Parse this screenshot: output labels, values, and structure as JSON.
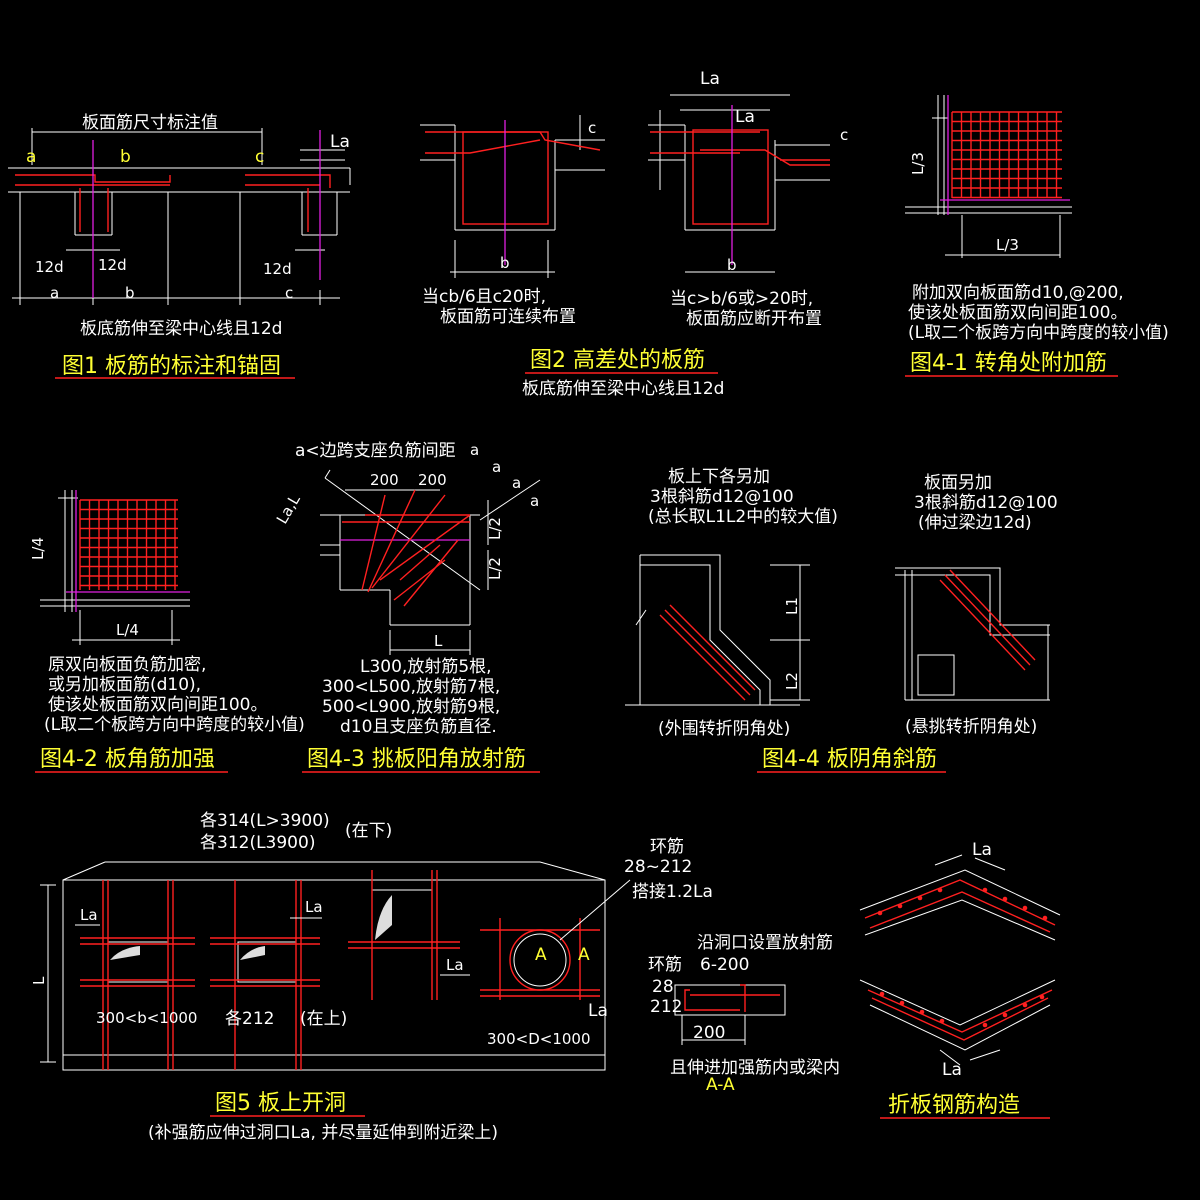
{
  "fig1": {
    "dim_label": "板面筋尺寸标注值",
    "a": "a",
    "b": "b",
    "c": "c",
    "la": "La",
    "d12_1": "12d",
    "d12_2": "12d",
    "d12_3": "12d",
    "bot_a": "a",
    "bot_b": "b",
    "bot_c": "c",
    "note": "板底筋伸至梁中心线且12d",
    "title": "图1 板筋的标注和锚固"
  },
  "fig2": {
    "c1": "c",
    "c2": "c",
    "b1": "b",
    "b2": "b",
    "la_top": "La",
    "la_inner": "La",
    "note1a": "当cb/6且c20时,",
    "note1b": "板面筋可连续布置",
    "note2a": "当c>b/6或>20时,",
    "note2b": "板面筋应断开布置",
    "title": "图2 高差处的板筋",
    "sub": "板底筋伸至梁中心线且12d"
  },
  "fig41": {
    "l3_v": "L/3",
    "l3_h": "L/3",
    "note1": "附加双向板面筋d10,@200,",
    "note2": "使该处板面筋双向间距100。",
    "note3": "(L取二个板跨方向中跨度的较小值)",
    "title": "图4-1 转角处附加筋"
  },
  "fig42": {
    "l4_v": "L/4",
    "l4_h": "L/4",
    "note1": "原双向板面负筋加密,",
    "note2": "或另加板面筋(d10),",
    "note3": "使该处板面筋双向间距100。",
    "note4": "(L取二个板跨方向中跨度的较小值)",
    "title": "图4-2 板角筋加强"
  },
  "fig43": {
    "top": "a<边跨支座负筋间距",
    "a1": "a",
    "a2": "a",
    "a3": "a",
    "a4": "a",
    "d200_1": "200",
    "d200_2": "200",
    "la_l": "La,L",
    "l2_1": "L/2",
    "l2_2": "L/2",
    "l_bot": "L",
    "n1": "L300,放射筋5根,",
    "n2": "300<L500,放射筋7根,",
    "n3": "500<L900,放射筋9根,",
    "n4": "d10且支座负筋直径.",
    "title": "图4-3 挑板阳角放射筋"
  },
  "fig44": {
    "l1a": "板上下各另加",
    "l1b": "3根斜筋d12@100",
    "l1c": "(总长取L1L2中的较大值)",
    "r1a": "板面另加",
    "r1b": "3根斜筋d12@100",
    "r1c": "(伸过梁边12d)",
    "l1": "L1",
    "l2": "L2",
    "cap_l": "(外围转折阴角处)",
    "cap_r": "(悬挑转折阴角处)",
    "title": "图4-4 板阴角斜筋"
  },
  "fig5": {
    "t1": "各314(L>3900)",
    "t2": "各312(L3900)",
    "under": "(在下)",
    "la1": "La",
    "la2": "La",
    "la3": "La",
    "la4": "La",
    "L": "L",
    "range1": "300<b<1000",
    "each212": "各212",
    "above": "(在上)",
    "range2": "300<D<1000",
    "A1": "A",
    "A2": "A",
    "ring1": "环筋",
    "ring2": "28~212",
    "ring3": "搭接1.2La",
    "title": "图5  板上开洞",
    "sub": "(补强筋应伸过洞口La, 并尽量延伸到附近梁上)"
  },
  "secAA": {
    "r1": "沿洞口设置放射筋",
    "hoop": "环筋",
    "r2": "6-200",
    "n28": "28",
    "n212": "212",
    "d200": "200",
    "note": "且伸进加强筋内或梁内",
    "title": "A-A"
  },
  "fold": {
    "la_top": "La",
    "la_bot": "La",
    "title": "折板钢筋构造"
  }
}
